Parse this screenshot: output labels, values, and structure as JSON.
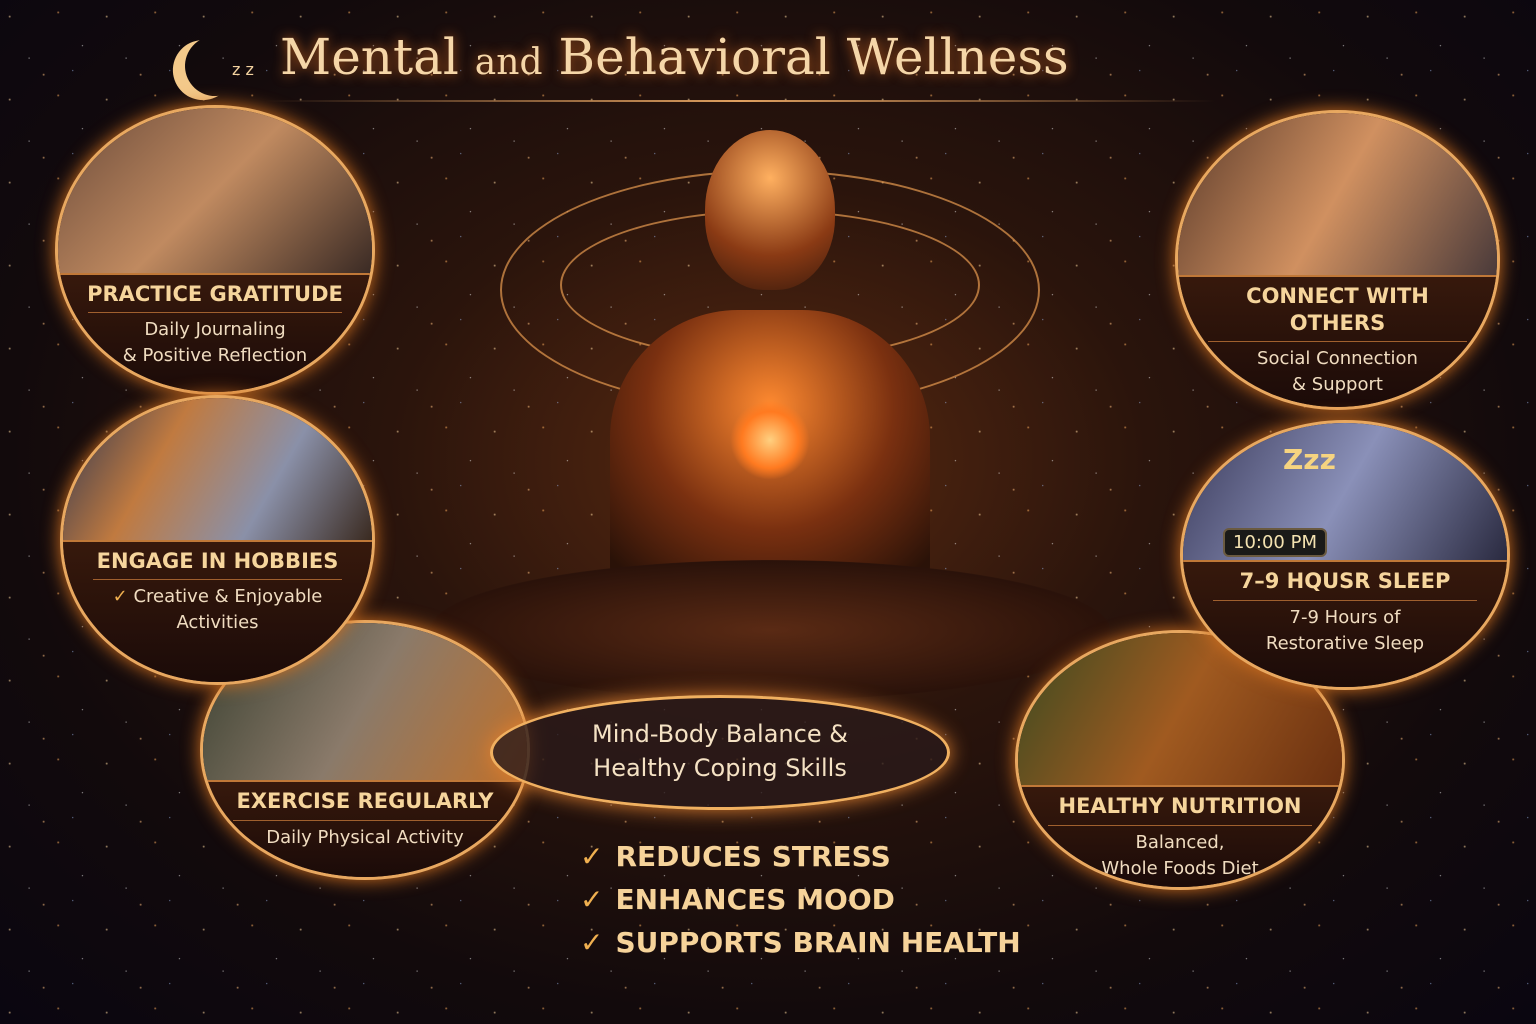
{
  "title": {
    "main": "Mental",
    "connector": "and",
    "rest": "Behavioral Wellness"
  },
  "center": {
    "line1": "Mind-Body Balance &",
    "line2": "Healthy Coping Skills"
  },
  "benefits": [
    "REDUCES STRESS",
    "ENHANCES MOOD",
    "SUPPORTS BRAIN HEALTH"
  ],
  "cards": {
    "gratitude": {
      "title": "PRACTICE GRATITUDE",
      "line1": "Daily Journaling",
      "line2": "& Positive Reflection"
    },
    "hobbies": {
      "title": "ENGAGE IN HOBBIES",
      "line1": "Creative & Enjoyable",
      "line2": "Activities"
    },
    "exercise": {
      "title": "EXERCISE REGULARLY",
      "line1": "Daily Physical Activity"
    },
    "connect": {
      "title1": "CONNECT WITH",
      "title2": "OTHERS",
      "line1": "Social Connection",
      "line2": "& Support"
    },
    "sleep": {
      "clock": "10:00 PM",
      "zzz": "Zzz",
      "title": "7–9 HQUSR SLEEP",
      "line1": "7-9 Hours of",
      "line2": "Restorative Sleep"
    },
    "nutrition": {
      "title": "HEALTHY NUTRITION",
      "line1": "Balanced,",
      "line2": "Whole Foods Diet"
    }
  },
  "colors": {
    "accent": "#e8a860",
    "text": "#f6d59c"
  }
}
